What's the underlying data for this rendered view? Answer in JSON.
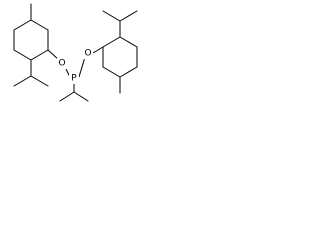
{
  "atoms": {
    "o_left": "O",
    "o_right": "O",
    "p_center": "P"
  },
  "colors": {
    "bond": "#000000",
    "background": "#ffffff"
  }
}
